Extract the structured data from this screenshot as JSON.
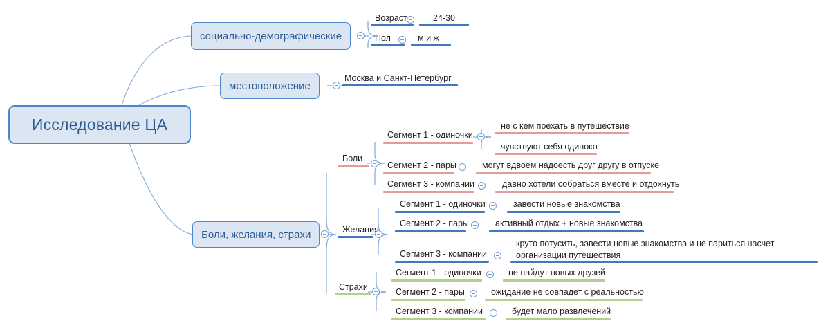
{
  "title": "Исследование ЦА",
  "root": {
    "label": "Исследование ЦА"
  },
  "branches": {
    "demographics": {
      "label": "социально-демографические",
      "children": [
        {
          "label": "Возраст",
          "value": "24-30"
        },
        {
          "label": "Пол",
          "value": "м и ж"
        }
      ]
    },
    "location": {
      "label": "местоположение",
      "children": [
        {
          "label": "Москва и Санкт-Петербург"
        }
      ]
    },
    "pains_desires_fears": {
      "label": "Боли, желания, страхи",
      "groups": [
        {
          "label": "Боли",
          "color": "#e79a9a",
          "segments": [
            {
              "label": "Сегмент 1 - одиночки",
              "items": [
                "не с кем поехать в путешествие",
                "чувствуют себя одиноко"
              ]
            },
            {
              "label": "Сегмент 2 - пары",
              "items": [
                "могут вдвоем надоесть друг другу в отпуске"
              ]
            },
            {
              "label": "Сегмент 3 - компании",
              "items": [
                "давно хотели собраться вместе и отдохнуть"
              ]
            }
          ]
        },
        {
          "label": "Желания",
          "color": "#3f79c0",
          "segments": [
            {
              "label": "Сегмент 1 - одиночки",
              "items": [
                "завести новые знакомства"
              ]
            },
            {
              "label": "Сегмент 2 - пары",
              "items": [
                "активный отдых + новые знакомства"
              ]
            },
            {
              "label": "Сегмент 3 - компании",
              "items": [
                "круто потусить, завести новые знакомства и не париться насчет организации путешествия"
              ]
            }
          ]
        },
        {
          "label": "Страхи",
          "color": "#b3cf8e",
          "segments": [
            {
              "label": "Сегмент 1 - одиночки",
              "items": [
                "не найдут новых друзей"
              ]
            },
            {
              "label": "Сегмент 2 - пары",
              "items": [
                "ожидание не совпадет с реальностью"
              ]
            },
            {
              "label": "Сегмент 3 - компании",
              "items": [
                "будет мало развлечений"
              ]
            }
          ]
        }
      ]
    }
  },
  "icons": {
    "collapse": "collapse-toggle-icon"
  },
  "colors": {
    "node_fill": "#dce6f2",
    "node_border": "#4a87cb",
    "node_text": "#2b5c93",
    "connector": "#7fa8d8",
    "pains": "#e79a9a",
    "desires": "#3f79c0",
    "fears": "#b3cf8e"
  }
}
